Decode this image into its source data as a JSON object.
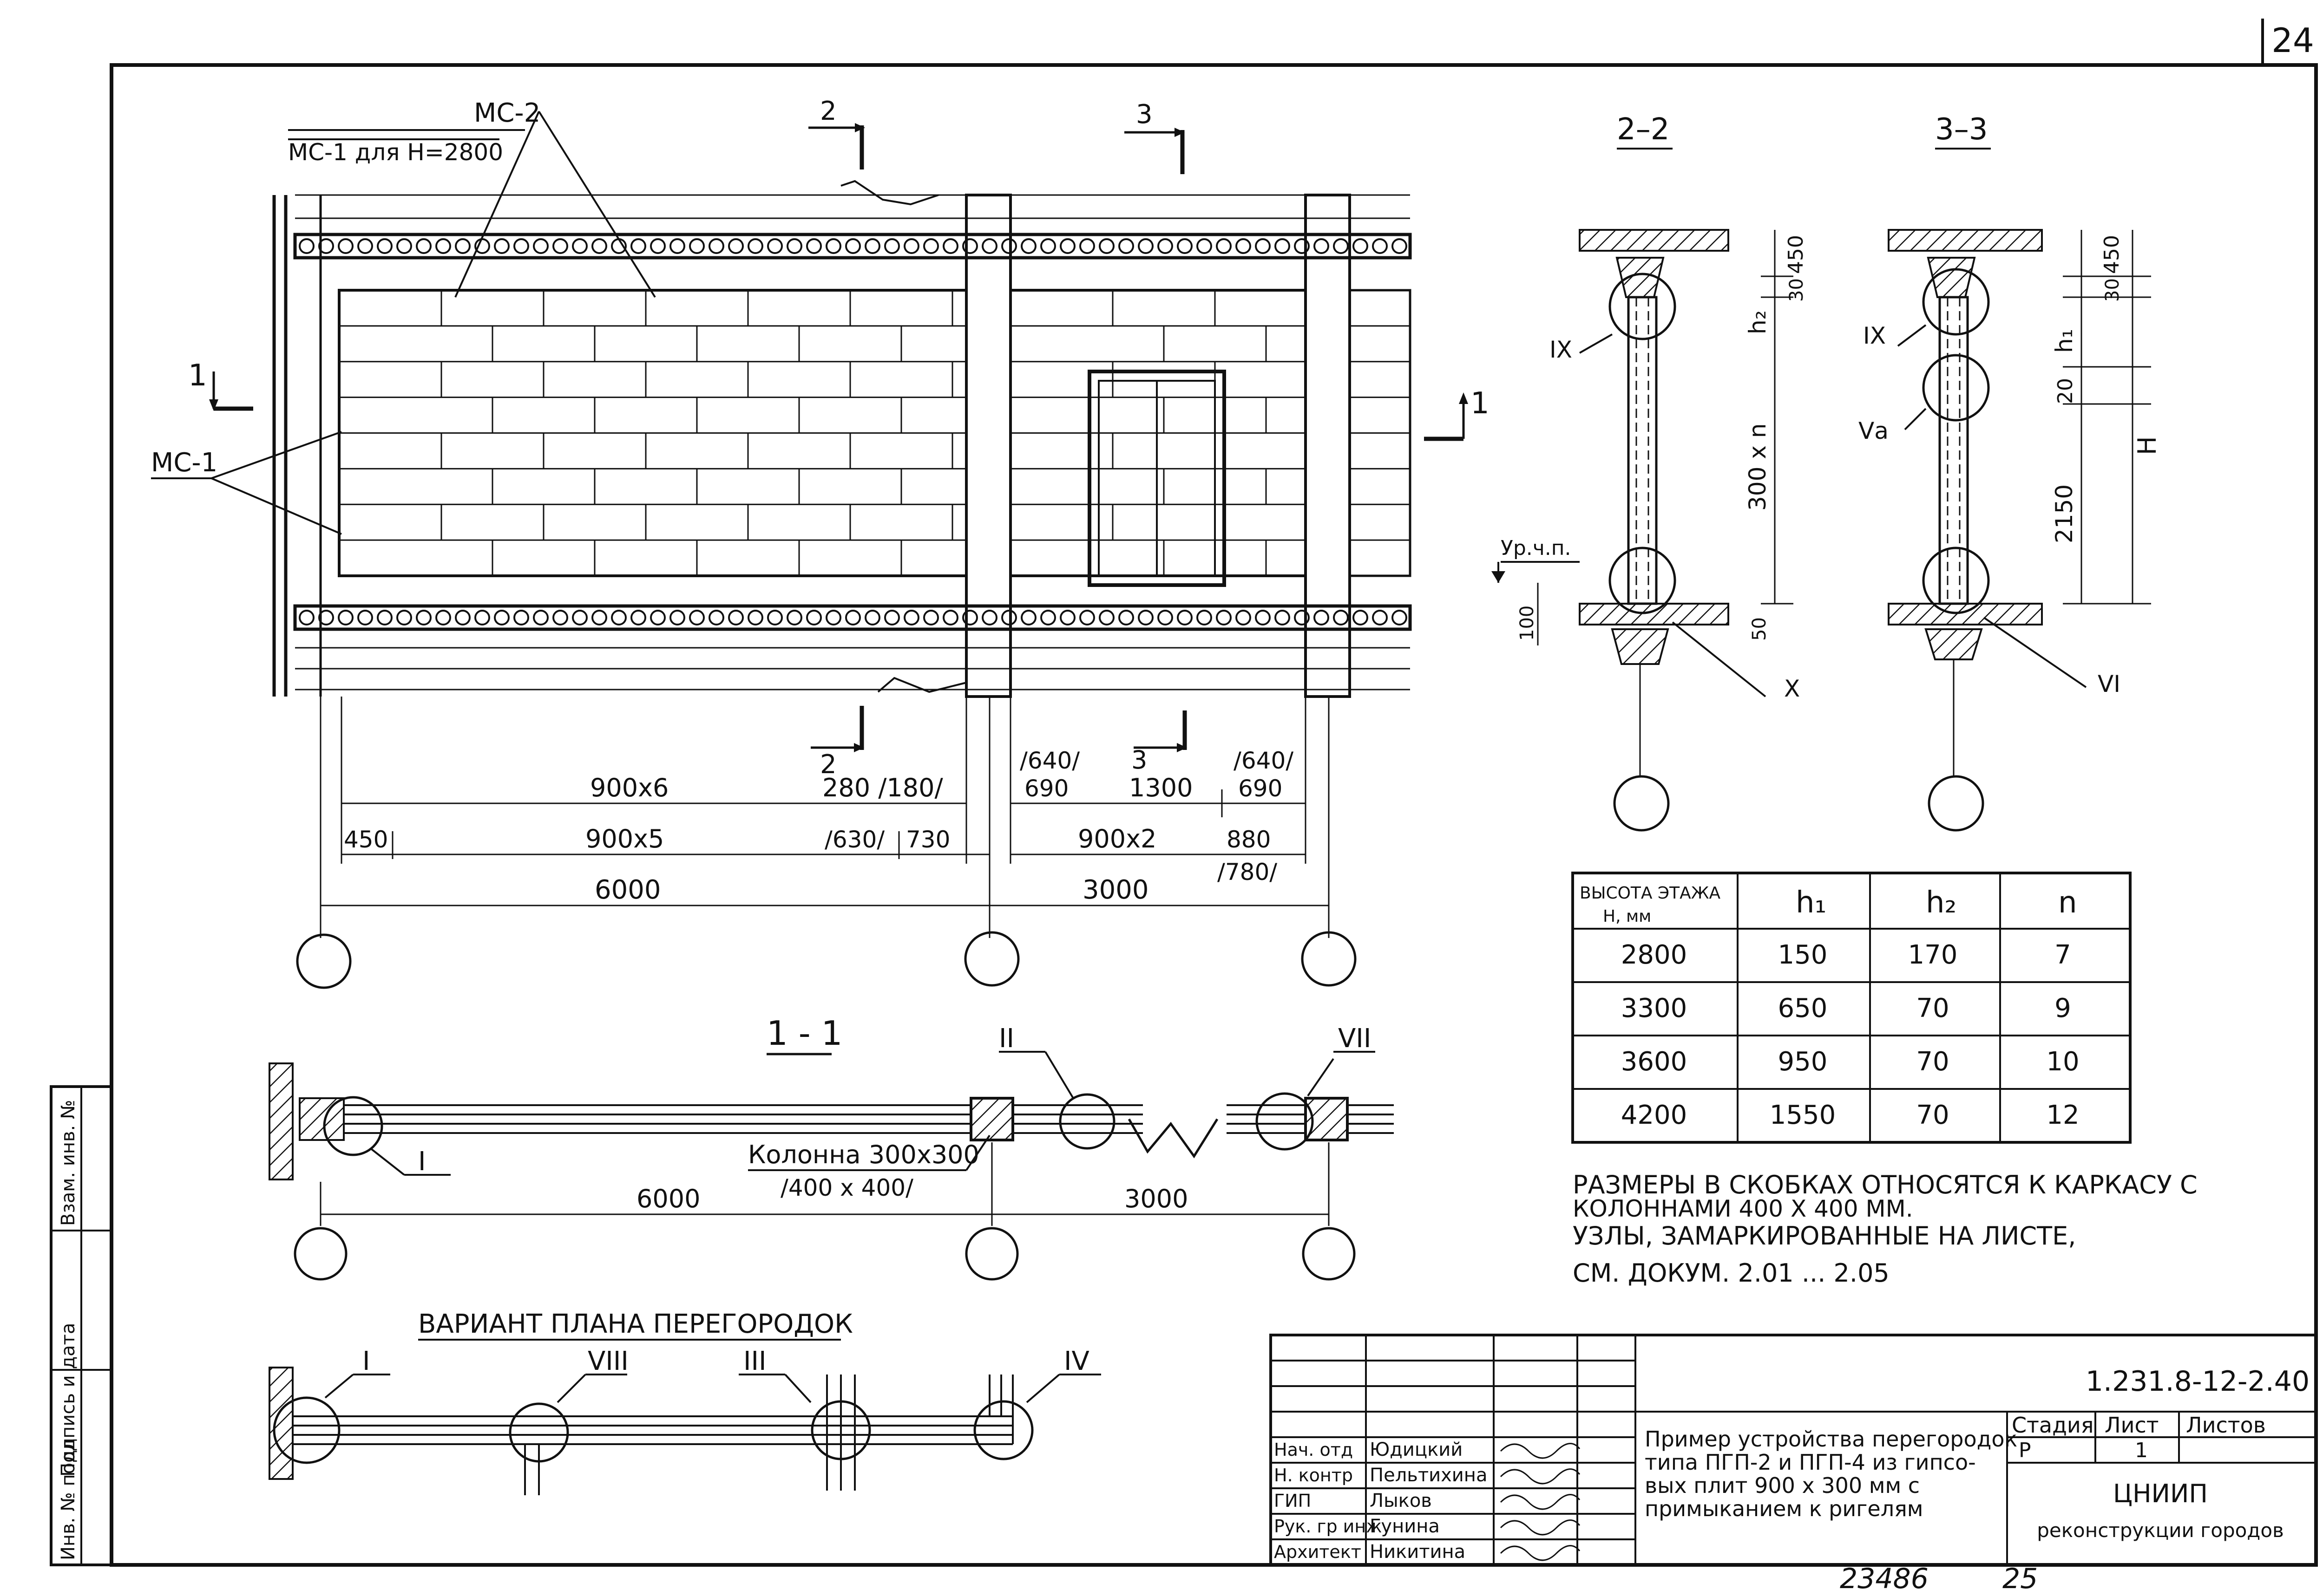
{
  "sheet": {
    "page_number": "24",
    "doc_code": "1.231.8-12-2.40",
    "footer_number": "23486",
    "footer_page": "25"
  },
  "elevation": {
    "label_ms2": "МС-2",
    "label_ms1_top": "МС-1 для Н=2800",
    "label_ms1_left": "МС-1",
    "cut_2_top": "2",
    "cut_3_top": "3",
    "cut_1_left": "1",
    "cut_1_right": "1",
    "cut_2_bottom": "2",
    "cut_3_bottom": "3",
    "dims": {
      "d_900x6": "900х6",
      "d_280_180": "280 /180/",
      "d_640_top_a": "/640/",
      "d_690_a": "690",
      "d_3_mid": "3",
      "d_1300": "1300",
      "d_640_top_b": "/640/",
      "d_690_b": "690",
      "d_450": "450",
      "d_900x5": "900х5",
      "d_630": "/630/",
      "d_730": "730",
      "d_900x2": "900х2",
      "d_880": "880",
      "d_780": "/780/",
      "d_6000": "6000",
      "d_3000": "3000"
    }
  },
  "section_2_2": {
    "title": "2–2",
    "node_ix": "IX",
    "node_x": "X",
    "level_label": "Ур.ч.п.",
    "dim_450": "450",
    "dim_30": "30",
    "dim_h2": "h₂",
    "dim_300n": "300 х n",
    "dim_50": "50",
    "dim_100": "100"
  },
  "section_3_3": {
    "title": "3–3",
    "node_ix": "IX",
    "node_va": "Vа",
    "node_vi": "VI",
    "dim_450": "450",
    "dim_30": "30",
    "dim_h1": "h₁",
    "dim_20": "20",
    "dim_H": "Н",
    "dim_2150": "2150"
  },
  "height_table": {
    "headers": [
      "ВЫСОТА ЭТАЖА Н, мм",
      "h₁",
      "h₂",
      "n"
    ],
    "rows": [
      [
        "2800",
        "150",
        "170",
        "7"
      ],
      [
        "3300",
        "650",
        "70",
        "9"
      ],
      [
        "3600",
        "950",
        "70",
        "10"
      ],
      [
        "4200",
        "1550",
        "70",
        "12"
      ]
    ]
  },
  "notes": {
    "line1": "РАЗМЕРЫ В СКОБКАХ ОТНОСЯТСЯ К КАРКАСУ С",
    "line2": "КОЛОННАМИ 400 Х 400 ММ.",
    "line3": "УЗЛЫ, ЗАМАРКИРОВАННЫЕ НА ЛИСТЕ,",
    "line4": "СМ. ДОКУМ. 2.01 ... 2.05"
  },
  "section_1_1": {
    "title": "1 - 1",
    "node_i": "I",
    "node_ii": "II",
    "node_vii": "VII",
    "column_label": "Колонна 300х300",
    "column_label_alt": "/400 х 400/",
    "dim_6000": "6000",
    "dim_3000": "3000"
  },
  "plan_variant": {
    "title": "ВАРИАНТ ПЛАНА ПЕРЕГОРОДОК",
    "node_i": "I",
    "node_viii": "VIII",
    "node_iii": "III",
    "node_iv": "IV"
  },
  "title_block": {
    "roles": [
      "Нач. отд",
      "Н. контр",
      "ГИП",
      "Рук. гр инж",
      "Архитект"
    ],
    "names": [
      "Юдицкий",
      "Пельтихина",
      "Лыков",
      "Гунина",
      "Никитина"
    ],
    "description": [
      "Пример устройства перегородок",
      "типа ПГП-2 и ПГП-4 из гипсо-",
      "вых плит 900 х 300 мм с",
      "примыканием к ригелям"
    ],
    "stage_header": "Стадия",
    "sheet_header": "Лист",
    "sheets_header": "Листов",
    "stage": "Р",
    "sheet": "1",
    "org_1": "ЦНИИП",
    "org_2": "реконструкции городов"
  },
  "side_stamp": [
    "Инв. № подл",
    "Подпись и дата",
    "Взам. инв. №"
  ]
}
